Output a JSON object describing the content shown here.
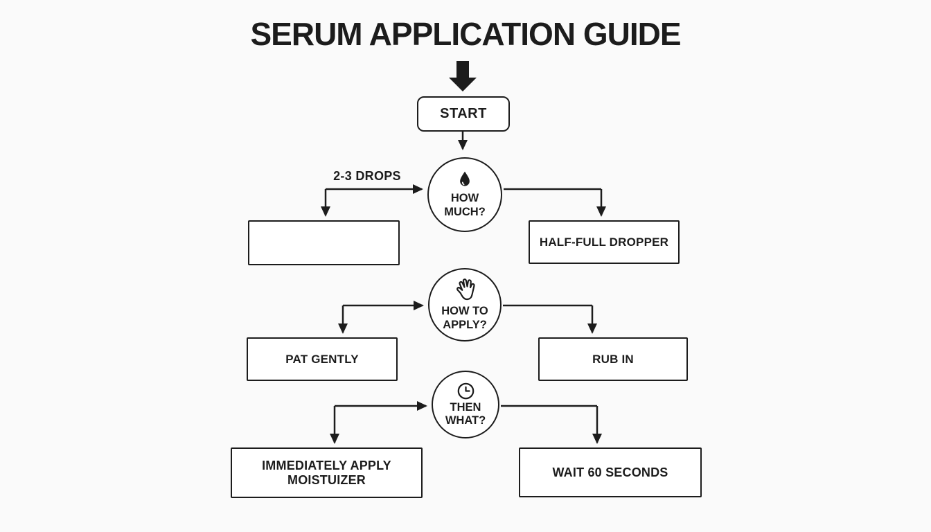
{
  "page": {
    "title": "SERUM APPLICATION GUIDE",
    "colors": {
      "background": "#fafafa",
      "ink": "#1c1c1c",
      "node_fill": "#ffffff"
    }
  },
  "flowchart": {
    "title_arrow_icon": "down-arrow-icon",
    "start": {
      "label": "START"
    },
    "decisions": [
      {
        "label": "HOW MUCH?",
        "icon": "droplet-icon"
      },
      {
        "label": "HOW TO\nAPPLY?",
        "icon": "hand-icon"
      },
      {
        "label": "THEN\nWHAT?",
        "icon": "clock-icon"
      }
    ],
    "branch_labels": {
      "how_much_left": "2-3 DROPS"
    },
    "outcomes": [
      {
        "label": ""
      },
      {
        "label": "HALF-FULL DROPPER"
      },
      {
        "label": "PAT GENTLY"
      },
      {
        "label": "RUB IN"
      },
      {
        "label": "IMMEDIATELY APPLY MOISTUIZER"
      },
      {
        "label": "WAIT 60 SECONDS"
      }
    ]
  }
}
